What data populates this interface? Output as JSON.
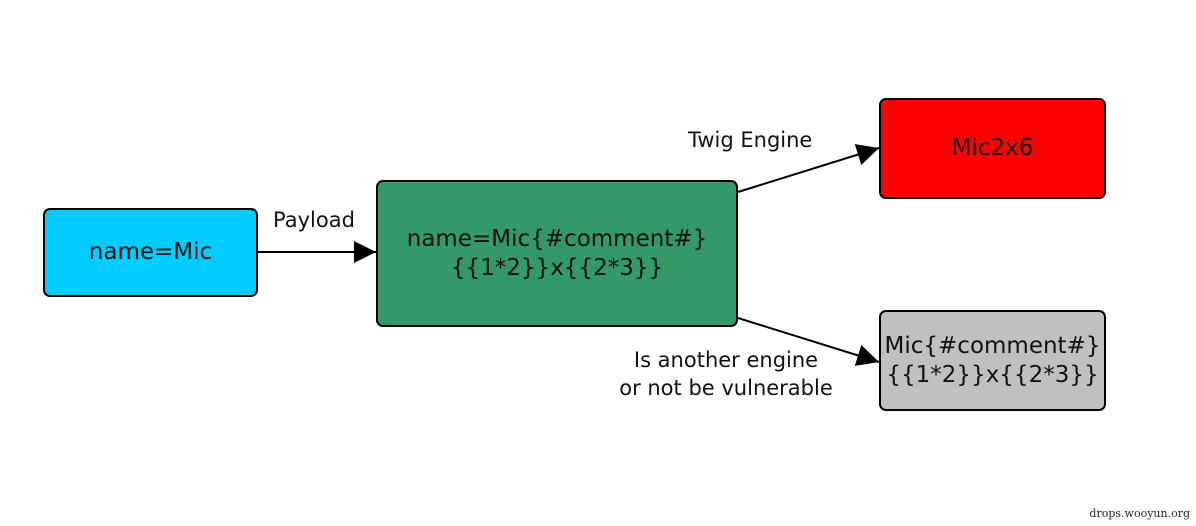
{
  "colors": {
    "input_node": "#00ccff",
    "payload_node": "#339966",
    "twig_node": "#ff0000",
    "other_node": "#c0c0c0",
    "edge": "#000000"
  },
  "nodes": {
    "input": {
      "lines": [
        "name=Mic"
      ]
    },
    "payload": {
      "lines": [
        "name=Mic{#comment#}",
        "{{1*2}}x{{2*3}}"
      ]
    },
    "twig": {
      "lines": [
        "Mic2x6"
      ]
    },
    "other": {
      "lines": [
        "Mic{#comment#}",
        "{{1*2}}x{{2*3}}"
      ]
    }
  },
  "edges": {
    "payload": {
      "label": "Payload"
    },
    "twig": {
      "label": "Twig Engine"
    },
    "other": {
      "lines": [
        "Is another engine",
        "or not be vulnerable"
      ]
    }
  },
  "watermark": "drops.wooyun.org"
}
